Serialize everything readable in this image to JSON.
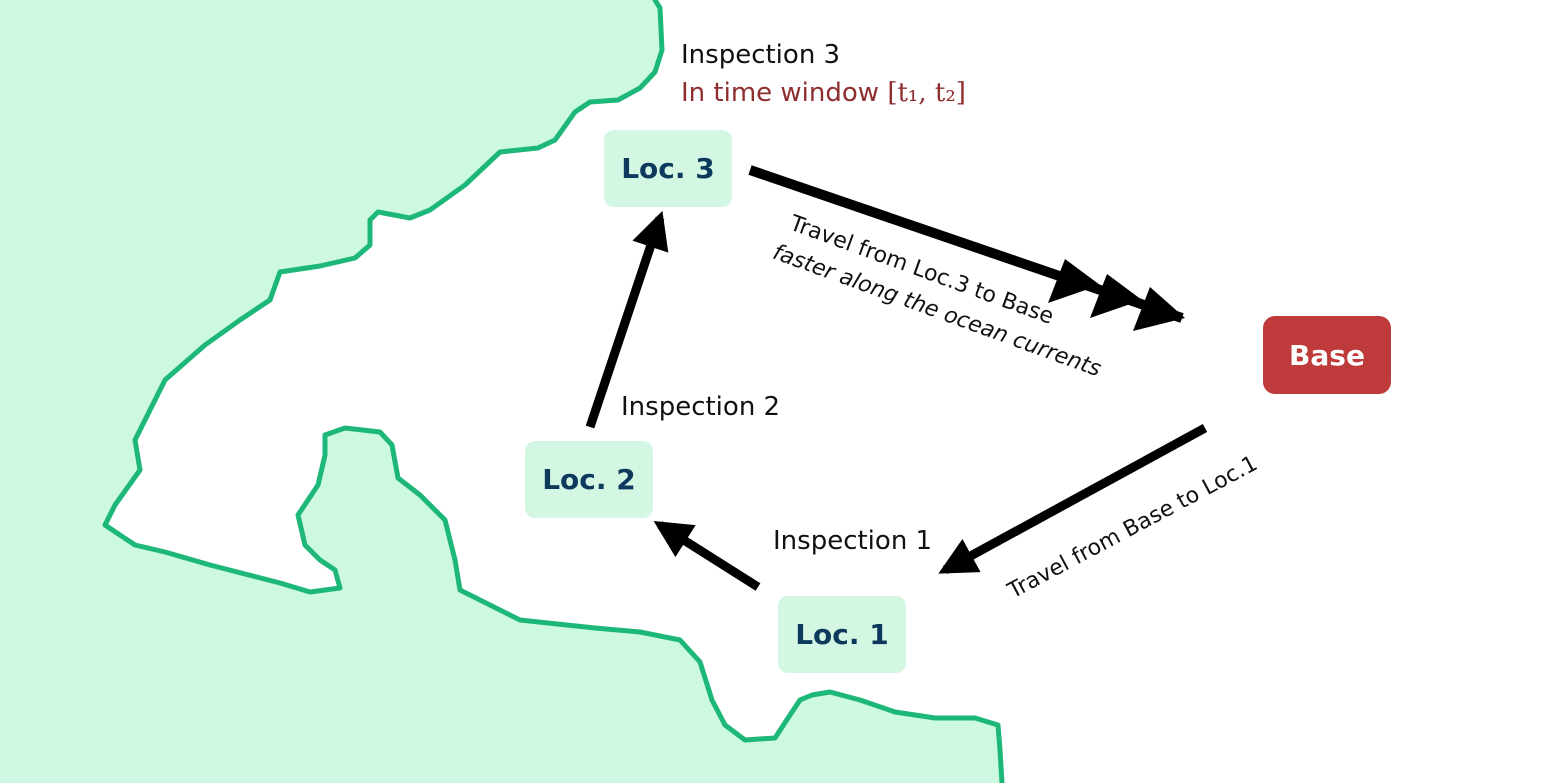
{
  "nodes": {
    "loc1": "Loc. 1",
    "loc2": "Loc. 2",
    "loc3": "Loc. 3",
    "base": "Base"
  },
  "inspections": {
    "inspection1": "Inspection 1",
    "inspection2": "Inspection 2",
    "inspection3": "Inspection 3"
  },
  "time_window": {
    "prefix": "In time window ",
    "interval": "[t₁, t₂]"
  },
  "edges": {
    "base_to_loc1": "Travel from Base to Loc.1",
    "loc3_to_base_line1": "Travel from Loc.3 to Base",
    "loc3_to_base_line2": "faster along the ocean currents"
  },
  "colors": {
    "land": "#cdf8e2",
    "coastline": "#1db879",
    "loc_fill": "#d4f7e4",
    "loc_text": "#0d3a5c",
    "base_fill": "#bf3b3b",
    "time_window_text": "#8e2e2e",
    "arrow": "#000000"
  }
}
